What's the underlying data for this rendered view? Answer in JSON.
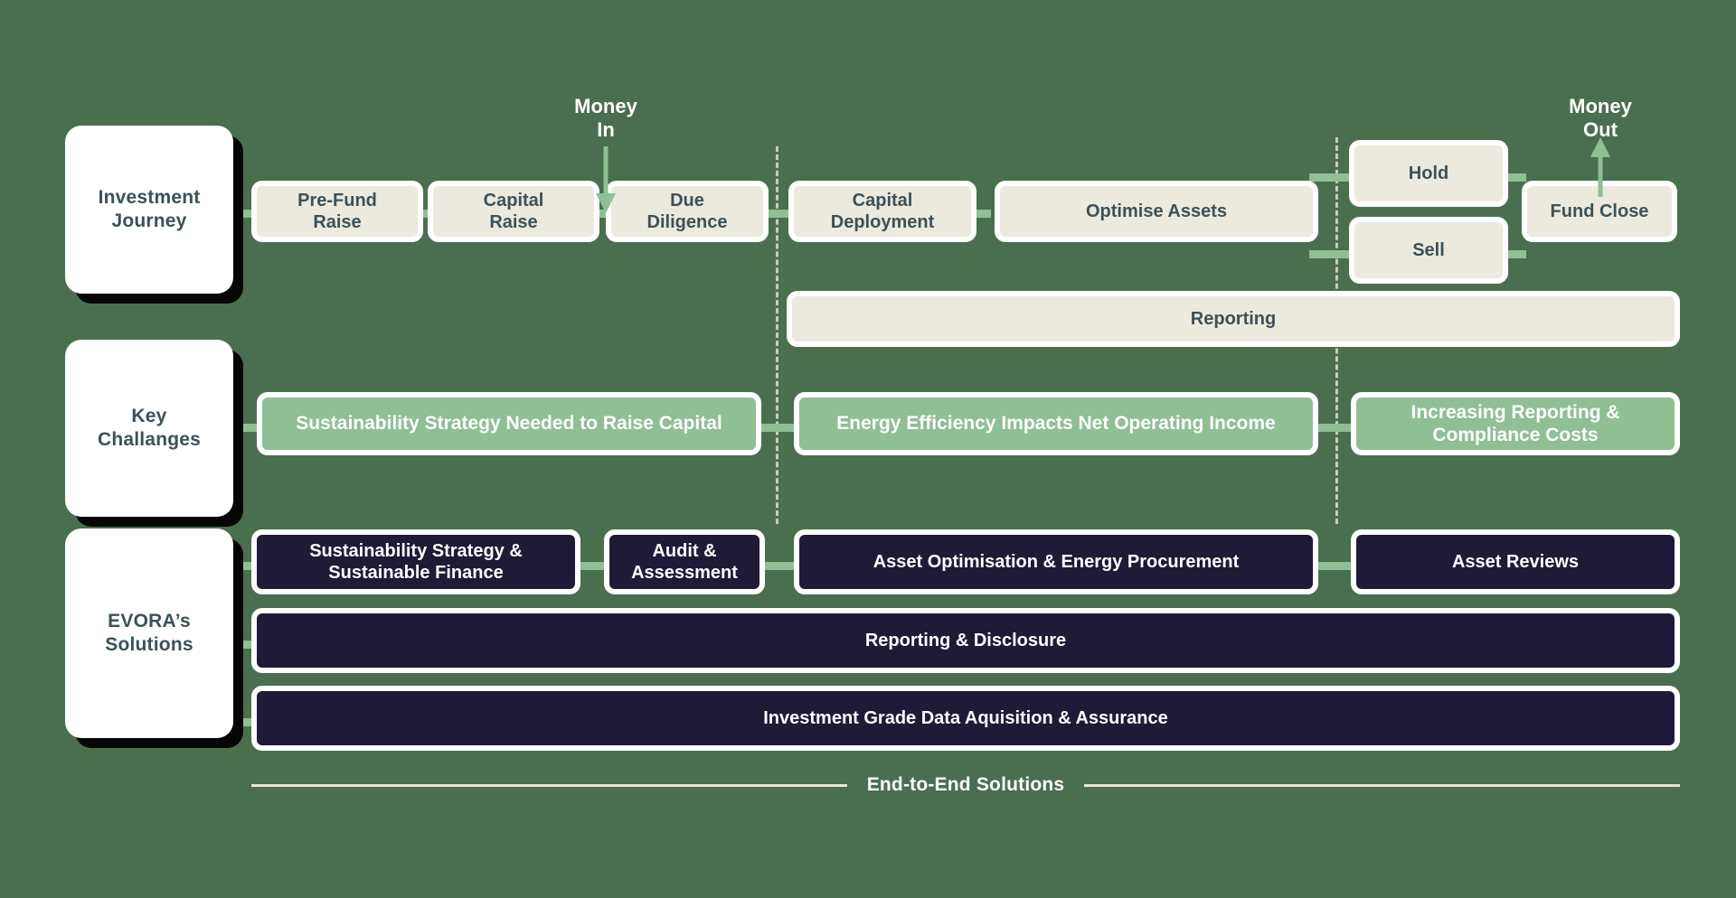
{
  "theme": {
    "background": "#4A6F4E",
    "cream": "#ECE9DF",
    "green_accent": "#8FBF93",
    "navy": "#1E1A38",
    "text_dark": "#3C5158",
    "white": "#FFFFFF",
    "divider": "#D9D6C6"
  },
  "row_labels": {
    "investment_journey": "Investment\nJourney",
    "key_challenges": "Key\nChallanges",
    "evora_solutions": "EVORA’s\nSolutions"
  },
  "annotations": {
    "money_in": "Money\nIn",
    "money_out": "Money\nOut"
  },
  "investment_journey": {
    "stages": [
      {
        "label": "Pre-Fund\nRaise"
      },
      {
        "label": "Capital\nRaise"
      },
      {
        "label": "Due\nDiligence"
      },
      {
        "label": "Capital\nDeployment"
      },
      {
        "label": "Optimise Assets"
      },
      {
        "label": "Hold"
      },
      {
        "label": "Sell"
      },
      {
        "label": "Fund Close"
      }
    ],
    "reporting_bar": "Reporting"
  },
  "key_challenges": {
    "items": [
      {
        "label": "Sustainability Strategy Needed to Raise Capital"
      },
      {
        "label": "Energy Efficiency Impacts Net Operating Income"
      },
      {
        "label": "Increasing Reporting &\nCompliance Costs"
      }
    ]
  },
  "evora_solutions": {
    "row1": [
      {
        "label": "Sustainability Strategy &\nSustainable Finance"
      },
      {
        "label": "Audit &\nAssessment"
      },
      {
        "label": "Asset Optimisation & Energy Procurement"
      },
      {
        "label": "Asset Reviews"
      }
    ],
    "row2": "Reporting & Disclosure",
    "row3": "Investment Grade Data Aquisition & Assurance"
  },
  "footer": {
    "label": "End-to-End Solutions"
  }
}
